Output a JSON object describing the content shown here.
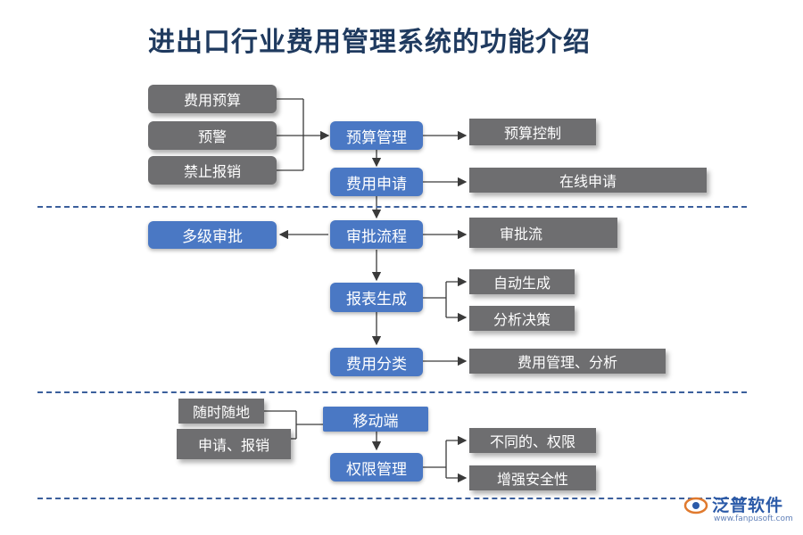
{
  "title": "进出口行业费用管理系统的功能介绍",
  "section1": {
    "inputs": [
      "费用预算",
      "预警",
      "禁止报销"
    ],
    "budget_mgmt": "预算管理",
    "budget_control": "预算控制",
    "expense_apply": "费用申请",
    "online_apply": "在线申请"
  },
  "section2": {
    "multi_approval": "多级审批",
    "approval_process": "审批流程",
    "approval_flow": "审批流",
    "report_gen": "报表生成",
    "auto_gen": "自动生成",
    "analysis_decision": "分析决策",
    "expense_classify": "费用分类",
    "expense_mgmt_analysis": "费用管理、分析"
  },
  "section3": {
    "anytime": "随时随地",
    "apply_reimburse": "申请、报销",
    "mobile": "移动端",
    "permission_mgmt": "权限管理",
    "diff_permissions": "不同的、权限",
    "enhance_security": "增强安全性"
  },
  "logo": {
    "name": "泛普软件",
    "url": "www.fanpusoft.com"
  },
  "colors": {
    "blue_box": "#4a78c4",
    "gray_box": "#6e6e70",
    "title": "#1f3a5f",
    "dash": "#3b5f9c"
  }
}
